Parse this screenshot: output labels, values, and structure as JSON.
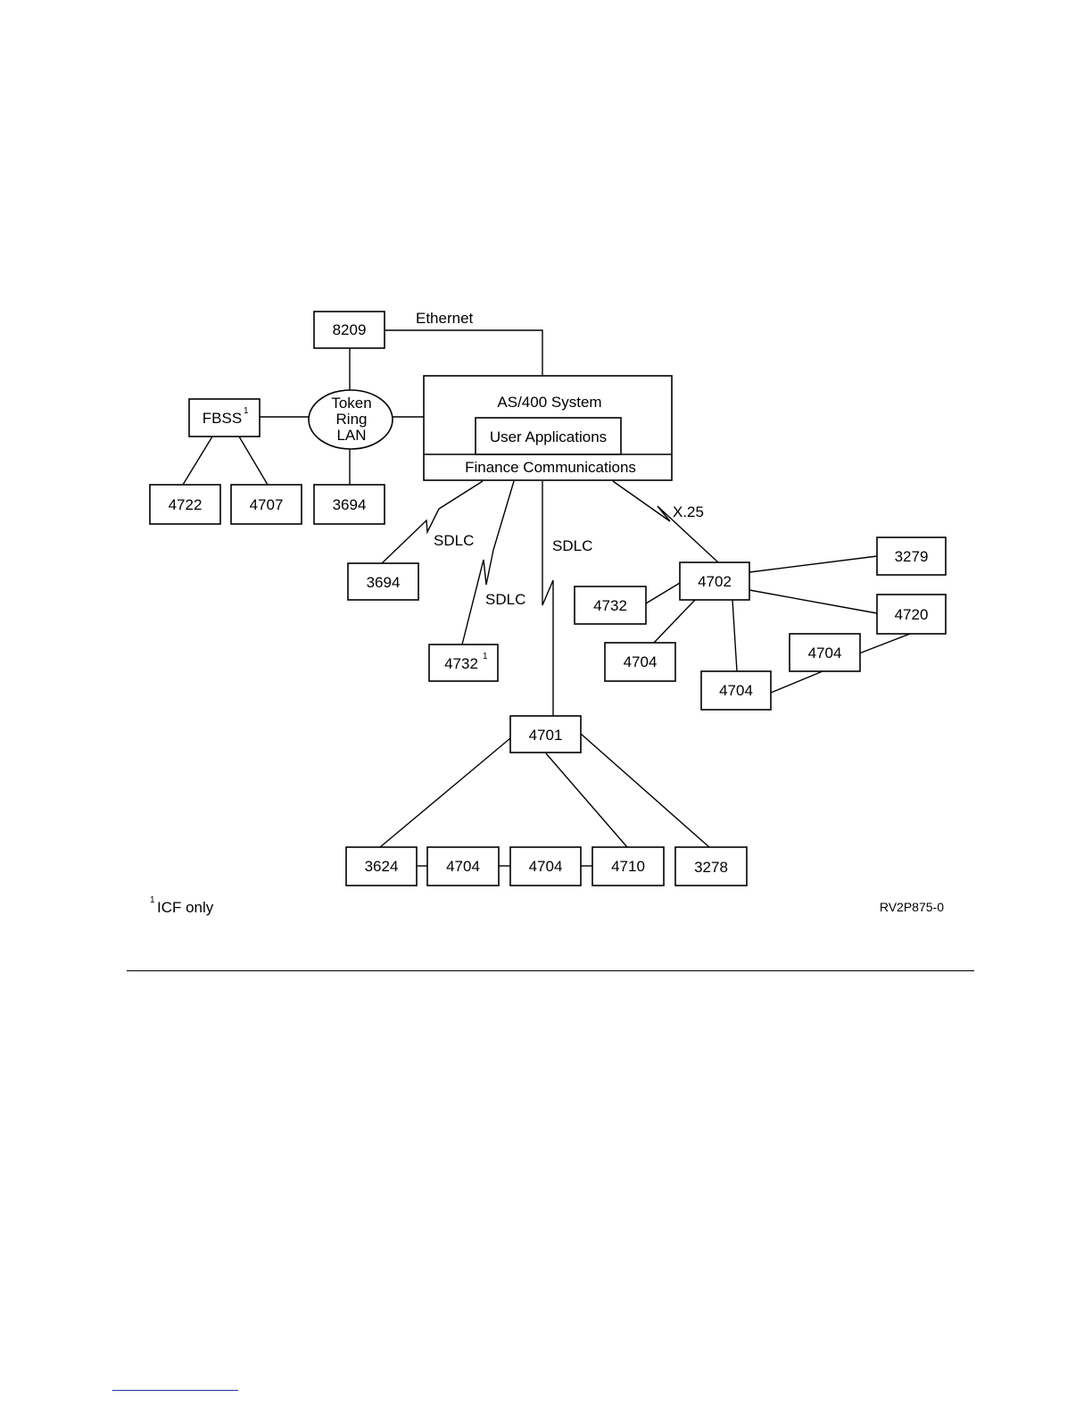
{
  "diagram": {
    "nodes": {
      "n8209": "8209",
      "token_ring": [
        "Token",
        "Ring",
        "LAN"
      ],
      "fbss": "FBSS",
      "fbss_sup": "1",
      "as400_title": "AS/400 System",
      "user_applications": "User Applications",
      "finance_communications": "Finance Communications",
      "n4722": "4722",
      "n4707": "4707",
      "n3694_lan": "3694",
      "n3694_sdlc": "3694",
      "n4732_sdlc": "4732",
      "n4732_sdlc_sup": "1",
      "n4701": "4701",
      "n3624": "3624",
      "n4704_a": "4704",
      "n4704_b": "4704",
      "n4710": "4710",
      "n3278": "3278",
      "n4702": "4702",
      "n4732_x25": "4732",
      "n3279": "3279",
      "n4720": "4720",
      "n4704_c": "4704",
      "n4704_d": "4704",
      "n4704_e": "4704"
    },
    "links": {
      "ethernet": "Ethernet",
      "sdlc_1": "SDLC",
      "sdlc_2": "SDLC",
      "sdlc_3": "SDLC",
      "x25": "X.25"
    },
    "footnote_mark": "1",
    "footnote_text": "ICF only",
    "figure_id": "RV2P875-0"
  }
}
